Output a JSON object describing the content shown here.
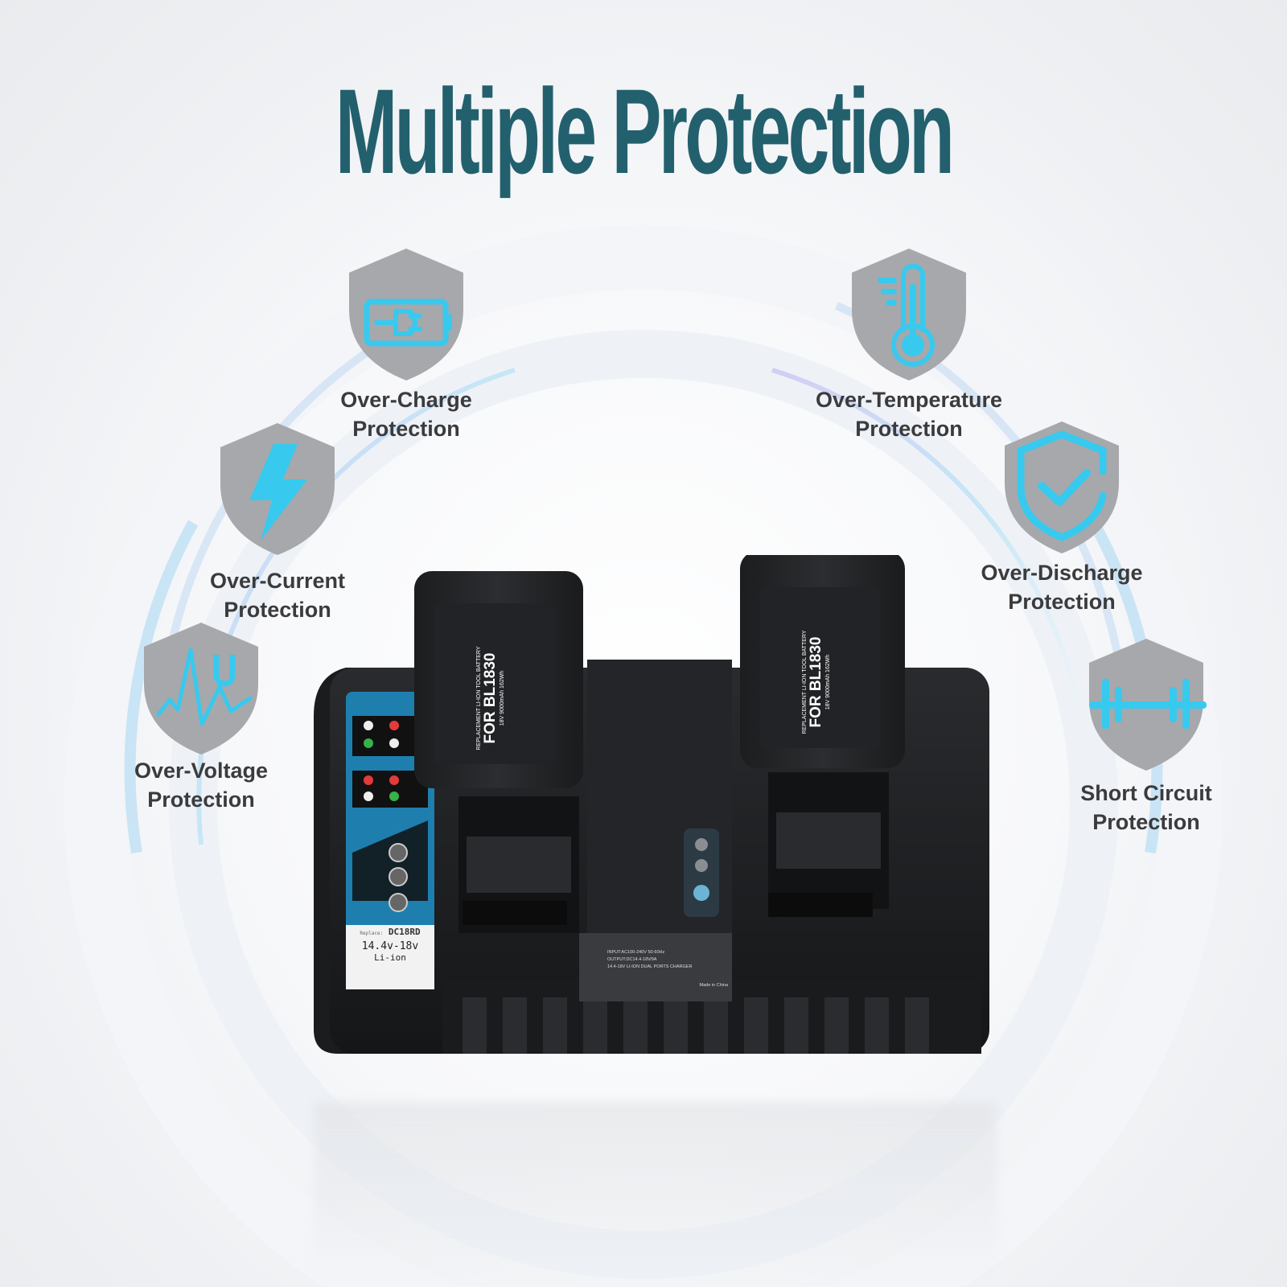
{
  "title": "Multiple Protection",
  "colors": {
    "title": "#23606e",
    "icon_accent": "#38c9ef",
    "shield_fill": "#a7a8ab",
    "label_text": "#3b3b3d",
    "charger_body": "#1f2022",
    "panel_blue": "#1e7fae"
  },
  "features": [
    {
      "id": "over-charge",
      "icon": "battery-plug-icon",
      "line1": "Over-Charge",
      "line2": "Protection"
    },
    {
      "id": "over-temperature",
      "icon": "thermometer-icon",
      "line1": "Over-Temperature",
      "line2": "Protection"
    },
    {
      "id": "over-current",
      "icon": "lightning-bolt-icon",
      "line1": "Over-Current",
      "line2": "Protection"
    },
    {
      "id": "over-discharge",
      "icon": "shield-check-icon",
      "line1": "Over-Discharge",
      "line2": "Protection"
    },
    {
      "id": "over-voltage",
      "icon": "voltage-wave-icon",
      "line1": "Over-Voltage",
      "line2": "Protection"
    },
    {
      "id": "short-circuit",
      "icon": "short-circuit-icon",
      "line1": "Short Circuit",
      "line2": "Protection"
    }
  ],
  "product": {
    "battery_left": {
      "model": "FOR BL1830",
      "header": "REPLACEMENT LI-ION TOOL BATTERY",
      "spec": "18V 9000mAh 162Wh"
    },
    "battery_right": {
      "model": "FOR BL1830",
      "header": "REPLACEMENT LI-ION TOOL BATTERY",
      "spec": "18V 9000mAh 162Wh"
    },
    "charger_panel": {
      "replace_label": "Replace:",
      "model": "DC18RD",
      "voltage": "14.4v-18v",
      "chemistry": "Li-ion"
    },
    "charger_label": {
      "line1": "INPUT:AC100-240V 50-60Hz",
      "line2": "OUTPUT:DC14.4-18V⁄9A",
      "line3": "14.4-18V LI-ION DUAL PORTS CHARGER",
      "made_in": "Made in China"
    }
  }
}
